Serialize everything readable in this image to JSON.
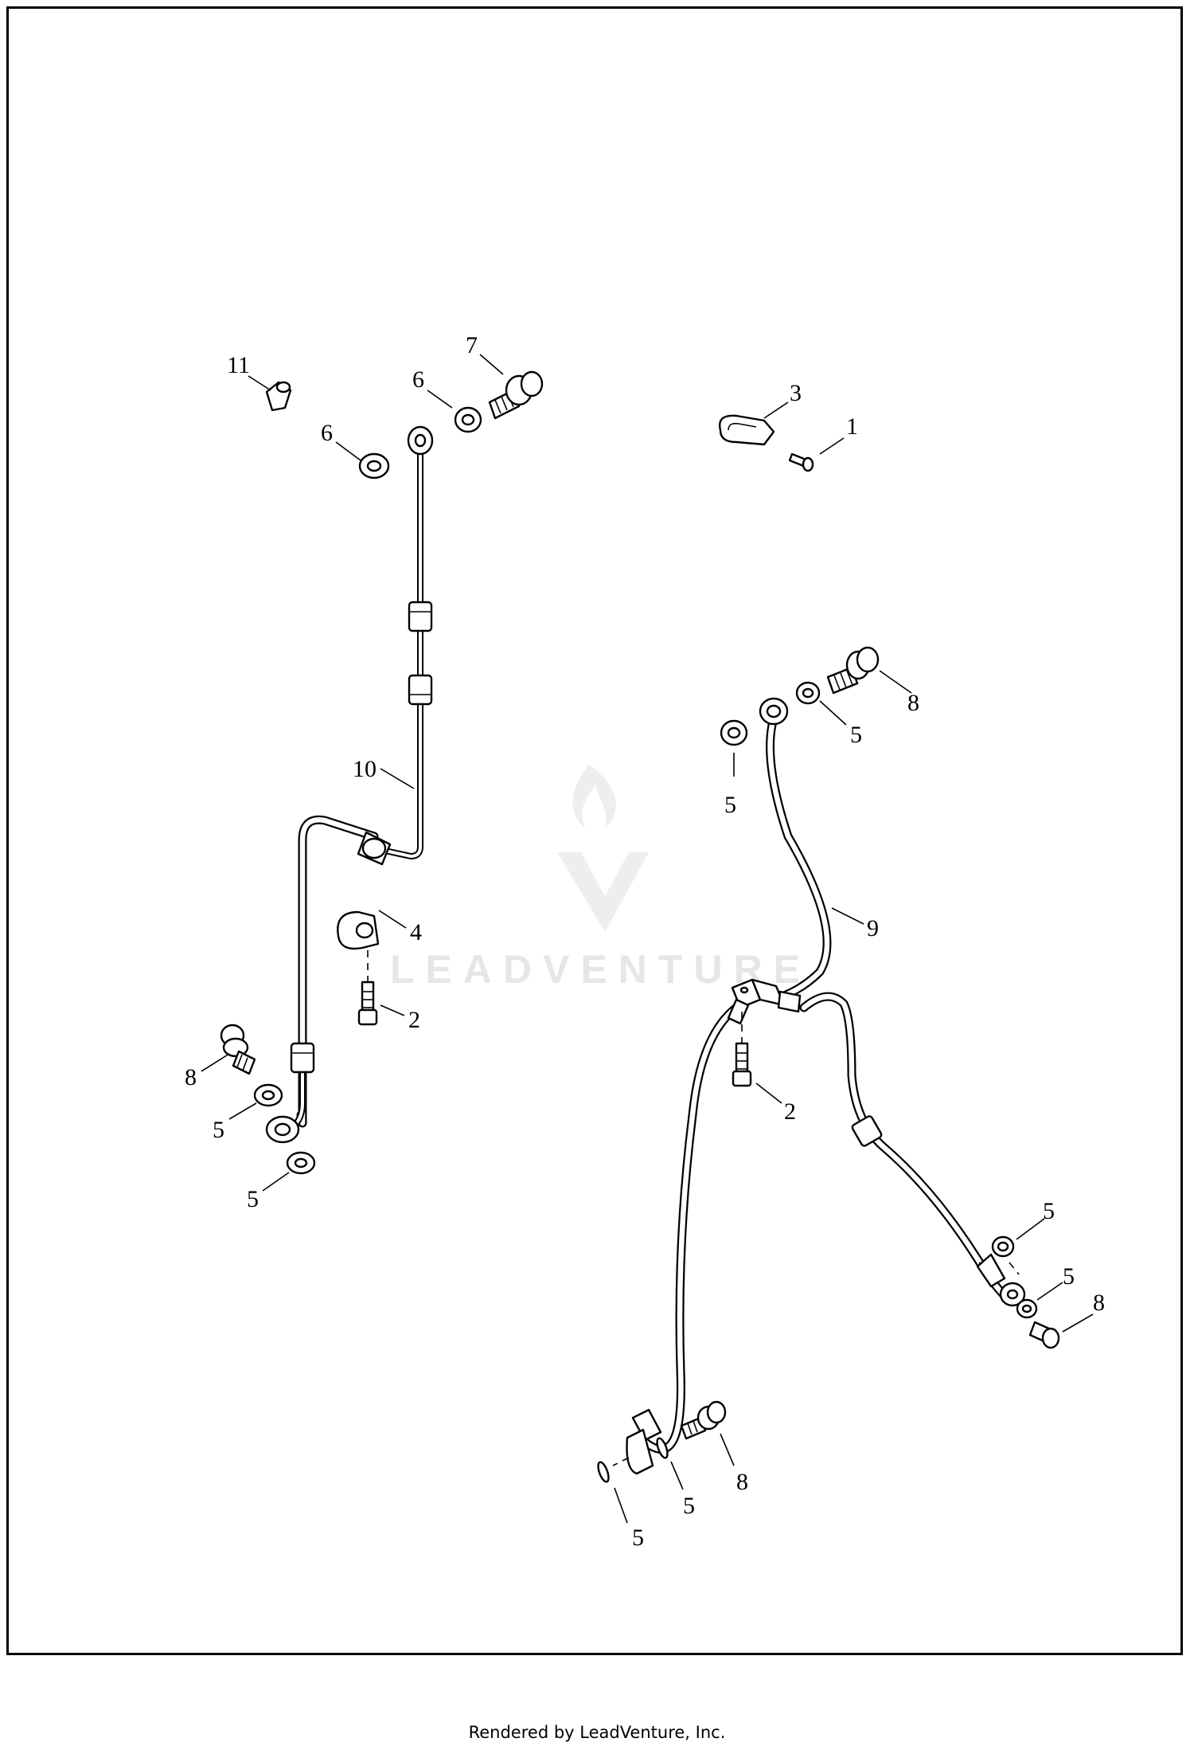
{
  "diagram": {
    "watermark": {
      "text": "LEADVENTURE",
      "icon": "flame-v-logo-icon"
    },
    "callouts": [
      {
        "id": "c11",
        "label": "11"
      },
      {
        "id": "c7",
        "label": "7"
      },
      {
        "id": "c6a",
        "label": "6"
      },
      {
        "id": "c6b",
        "label": "6"
      },
      {
        "id": "c3",
        "label": "3"
      },
      {
        "id": "c1",
        "label": "1"
      },
      {
        "id": "c8a",
        "label": "8"
      },
      {
        "id": "c5a",
        "label": "5"
      },
      {
        "id": "c5b",
        "label": "5"
      },
      {
        "id": "c10",
        "label": "10"
      },
      {
        "id": "c9",
        "label": "9"
      },
      {
        "id": "c4",
        "label": "4"
      },
      {
        "id": "c2a",
        "label": "2"
      },
      {
        "id": "c8b",
        "label": "8"
      },
      {
        "id": "c5c",
        "label": "5"
      },
      {
        "id": "c5d",
        "label": "5"
      },
      {
        "id": "c2b",
        "label": "2"
      },
      {
        "id": "c5e",
        "label": "5"
      },
      {
        "id": "c5f",
        "label": "5"
      },
      {
        "id": "c8c",
        "label": "8"
      },
      {
        "id": "c8d",
        "label": "8"
      },
      {
        "id": "c5g",
        "label": "5"
      },
      {
        "id": "c5h",
        "label": "5"
      }
    ]
  },
  "footer": {
    "text": "Rendered by LeadVenture, Inc."
  }
}
